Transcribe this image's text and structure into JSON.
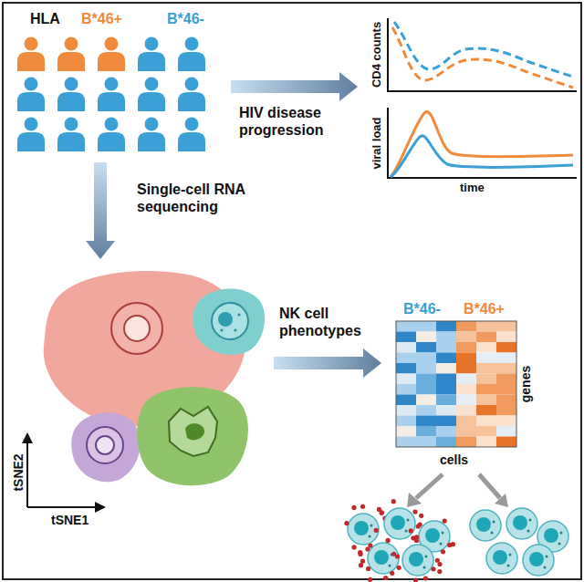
{
  "diagram": {
    "nodes": [
      {
        "text": [
          "HLA",
          "B*46+",
          "B*46-"
        ]
      },
      {
        "text": [
          "CD4 counts",
          "viral load",
          "time"
        ]
      },
      {
        "text": [
          "tSNE1",
          "tSNE2"
        ]
      },
      {
        "text": [
          "B*46-",
          "B*46+",
          "genes",
          "cells"
        ]
      }
    ],
    "edges": [
      {
        "from": 0,
        "to": 1,
        "label": "HIV disease progression",
        "arrow": "to"
      },
      {
        "from": 0,
        "to": 2,
        "label": "Single-cell RNA sequencing",
        "arrow": "to"
      },
      {
        "from": 2,
        "to": 3,
        "label": "NK cell phenotypes",
        "arrow": "to"
      }
    ]
  }
}
